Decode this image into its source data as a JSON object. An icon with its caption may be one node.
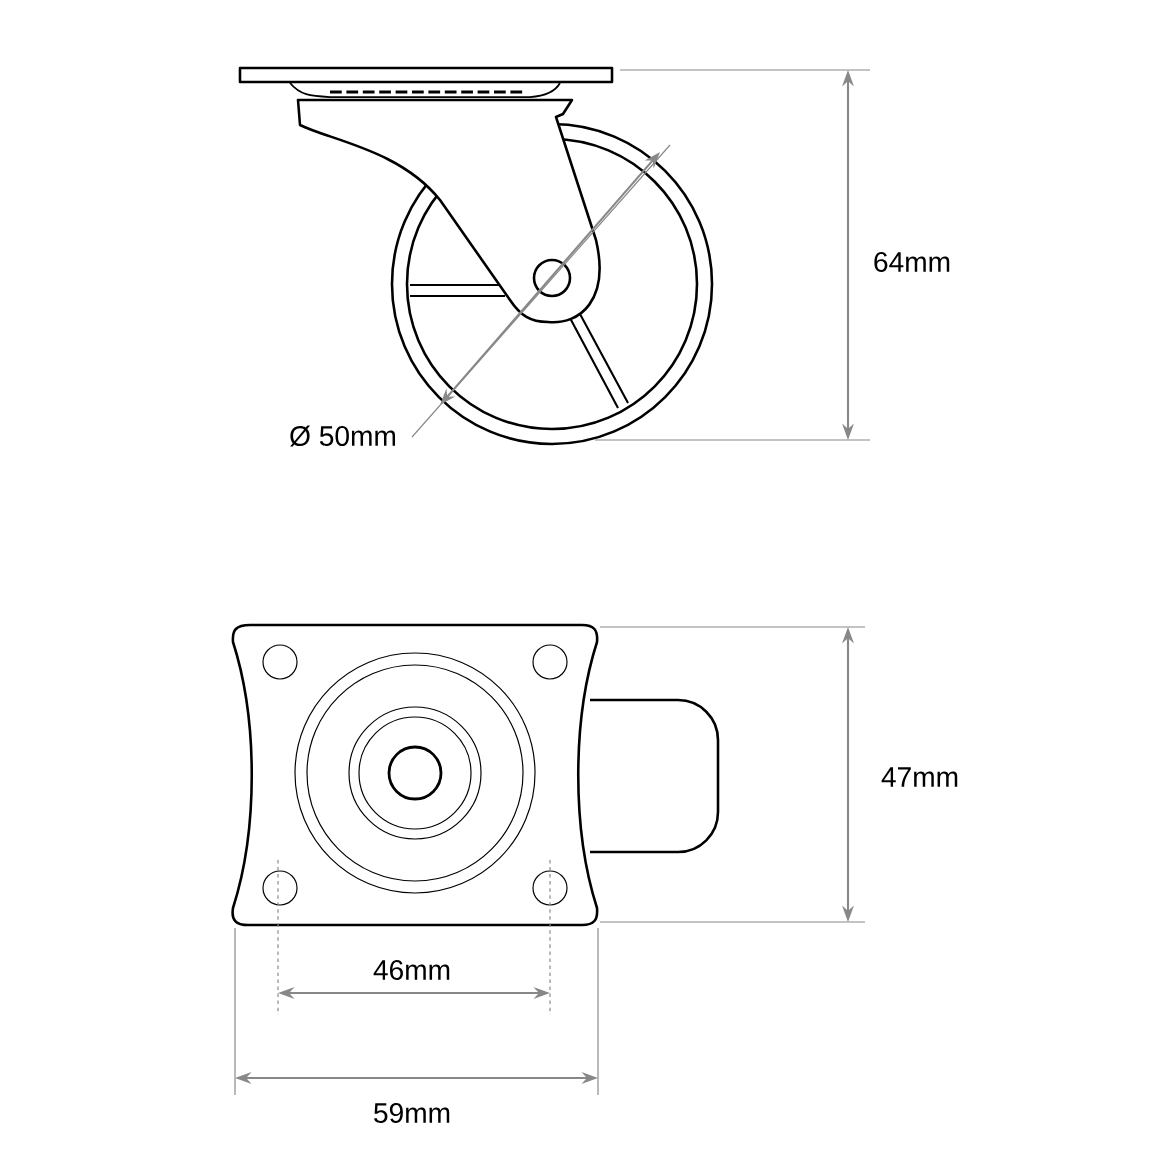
{
  "diagram": {
    "labels": [
      "64mm",
      "Ø 50mm",
      "47mm",
      "46mm",
      "59mm"
    ]
  }
}
